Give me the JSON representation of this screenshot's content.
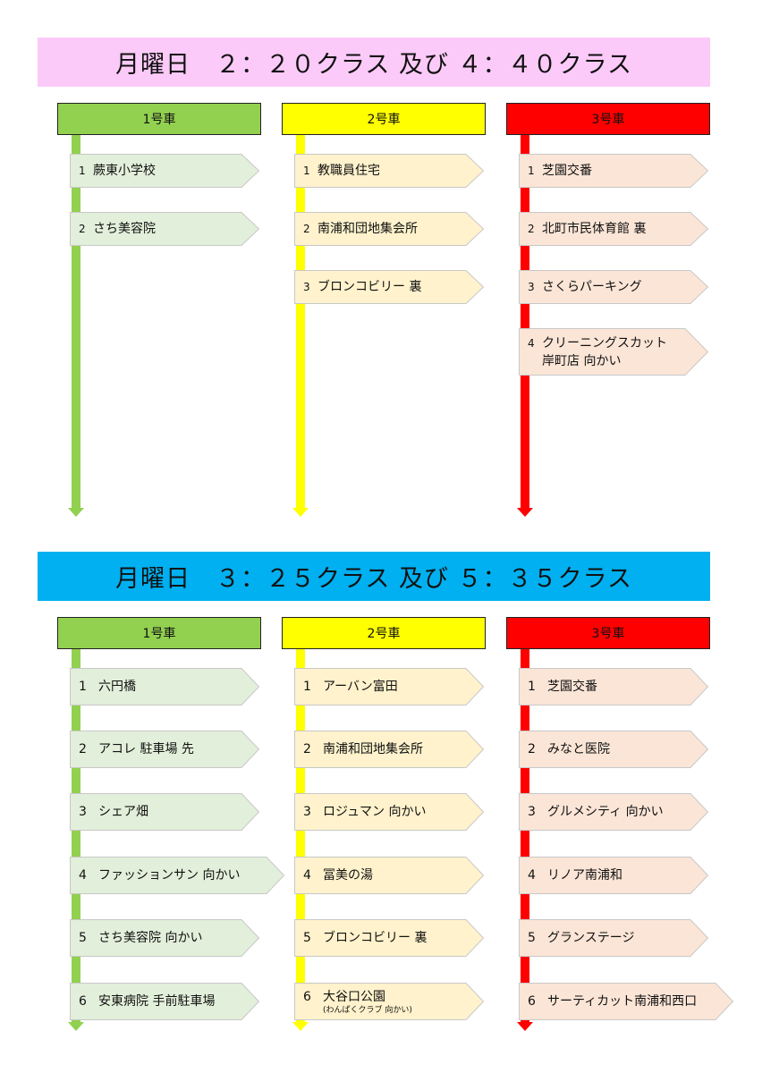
{
  "colors": {
    "green": "#92d050",
    "yellow": "#ffff00",
    "red": "#ff0000",
    "green_box": "#e2efda",
    "yellow_box": "#fff2cc",
    "red_box": "#fbe5d6",
    "banner1": "#fccaf8",
    "banner2": "#00b0f0"
  },
  "section1": {
    "title": "月曜日　２：２０クラス 及び ４：４０クラス",
    "cars": [
      {
        "label": "1号車",
        "stops": [
          {
            "num": "1",
            "text": "蕨東小学校"
          },
          {
            "num": "2",
            "text": "さち美容院"
          }
        ]
      },
      {
        "label": "2号車",
        "stops": [
          {
            "num": "1",
            "text": "教職員住宅"
          },
          {
            "num": "2",
            "text": "南浦和団地集会所"
          },
          {
            "num": "3",
            "text": "ブロンコビリー 裏"
          }
        ]
      },
      {
        "label": "3号車",
        "stops": [
          {
            "num": "1",
            "text": "芝園交番"
          },
          {
            "num": "2",
            "text": "北町市民体育館 裏"
          },
          {
            "num": "3",
            "text": "さくらパーキング"
          },
          {
            "num": "4",
            "text": "クリーニングスカット",
            "text2": "岸町店 向かい"
          }
        ]
      }
    ]
  },
  "section2": {
    "title": "月曜日　３：２５クラス 及び ５：３５クラス",
    "cars": [
      {
        "label": "1号車",
        "stops": [
          {
            "num": "1",
            "text": "六円橋"
          },
          {
            "num": "2",
            "text": "アコレ 駐車場 先"
          },
          {
            "num": "3",
            "text": "シェア畑"
          },
          {
            "num": "4",
            "text": "ファッションサン 向かい"
          },
          {
            "num": "5",
            "text": "さち美容院 向かい"
          },
          {
            "num": "6",
            "text": "安東病院 手前駐車場"
          }
        ]
      },
      {
        "label": "2号車",
        "stops": [
          {
            "num": "1",
            "text": "アーバン富田"
          },
          {
            "num": "2",
            "text": "南浦和団地集会所"
          },
          {
            "num": "3",
            "text": "ロジュマン 向かい"
          },
          {
            "num": "4",
            "text": "冨美の湯"
          },
          {
            "num": "5",
            "text": "ブロンコビリー 裏"
          },
          {
            "num": "6",
            "text": "大谷口公園",
            "note": "(わんぱくクラブ 向かい)"
          }
        ]
      },
      {
        "label": "3号車",
        "stops": [
          {
            "num": "1",
            "text": "芝園交番"
          },
          {
            "num": "2",
            "text": "みなと医院"
          },
          {
            "num": "3",
            "text": "グルメシティ 向かい"
          },
          {
            "num": "4",
            "text": "リノア南浦和"
          },
          {
            "num": "5",
            "text": "グランステージ"
          },
          {
            "num": "6",
            "text": "サーティカット南浦和西口"
          }
        ]
      }
    ]
  }
}
